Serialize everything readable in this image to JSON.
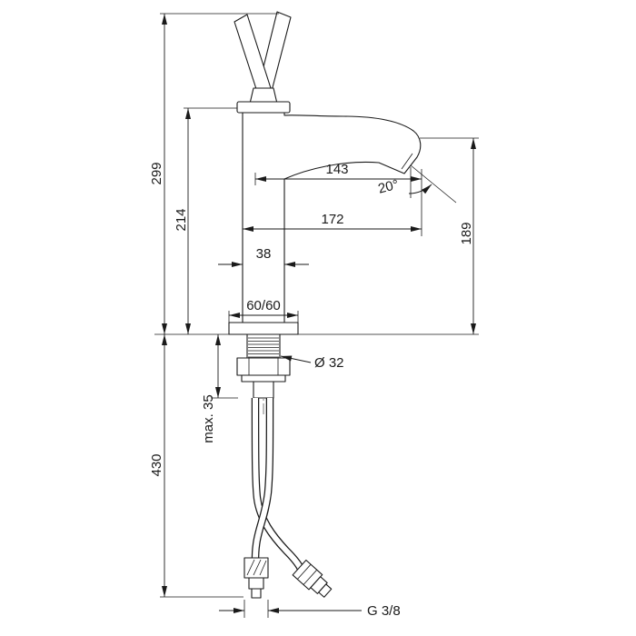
{
  "drawing": {
    "dims": {
      "d299": "299",
      "d214": "214",
      "d430": "430",
      "d143": "143",
      "d172": "172",
      "d38": "38",
      "d6060": "60/60",
      "d32": "Ø 32",
      "dmax35": "max. 35",
      "d189": "189",
      "d20": "20°",
      "dG38": "G 3/8"
    }
  }
}
